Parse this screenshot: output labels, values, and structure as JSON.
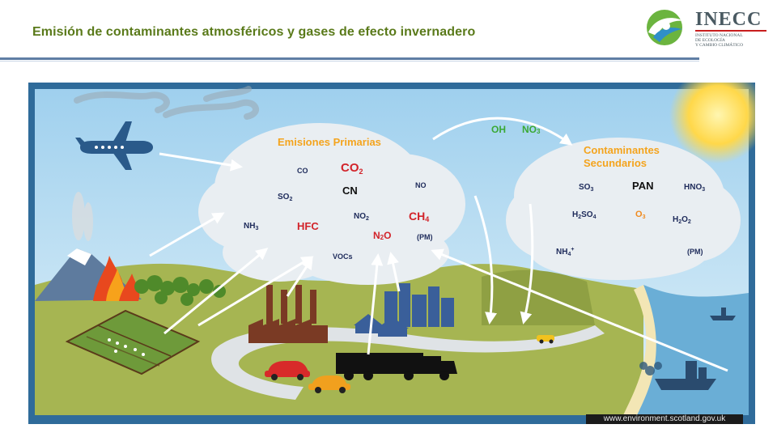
{
  "header": {
    "title": "Emisión de contaminantes atmosféricos y gases de efecto invernadero"
  },
  "logo": {
    "name": "INECC",
    "subtitle_lines": [
      "Instituto Nacional",
      "de Ecología",
      "y Cambio Climático"
    ]
  },
  "diagram": {
    "primary_heading": "Emisiones Primarias",
    "secondary_heading_line1": "Contaminantes",
    "secondary_heading_line2": "Secundarios",
    "oxidants": {
      "oh": "OH",
      "no3_base": "NO",
      "no3_sub": "3"
    },
    "primary": {
      "co": "CO",
      "co2": {
        "base": "CO",
        "sub": "2"
      },
      "cn": "CN",
      "no": "NO",
      "so2": {
        "base": "SO",
        "sub": "2"
      },
      "nh3": {
        "base": "NH",
        "sub": "3"
      },
      "hfc": "HFC",
      "no2": {
        "base": "NO",
        "sub": "2"
      },
      "ch4": {
        "base": "CH",
        "sub": "4"
      },
      "n2o": {
        "a": "N",
        "sub": "2",
        "b": "O"
      },
      "pm": "(PM)",
      "vocs": "VOCs"
    },
    "secondary": {
      "so3": {
        "base": "SO",
        "sub": "3"
      },
      "pan": "PAN",
      "hno3": {
        "base": "HNO",
        "sub": "3"
      },
      "h2so4": {
        "a": "H",
        "sub1": "2",
        "b": "SO",
        "sub2": "4"
      },
      "o3": {
        "base": "O",
        "sub": "3"
      },
      "h2o2": {
        "a": "H",
        "sub1": "2",
        "b": "O",
        "sub2": "2"
      },
      "nh4": {
        "base": "NH",
        "sub": "4",
        "sup": "+"
      },
      "pm": "(PM)"
    },
    "colors": {
      "sky": "#bfe0f2",
      "cloud": "#e9eef2",
      "land": "#a6b552",
      "road": "#dfe3e6",
      "sea": "#6aaed6",
      "red_species": "#d2232a",
      "dark_species": "#1d2a5a",
      "heading_orange": "#f4a41e",
      "oxidant_green": "#3aa935",
      "frame": "#2f6b9a"
    }
  },
  "credit": "www.environment.scotland.gov.uk"
}
